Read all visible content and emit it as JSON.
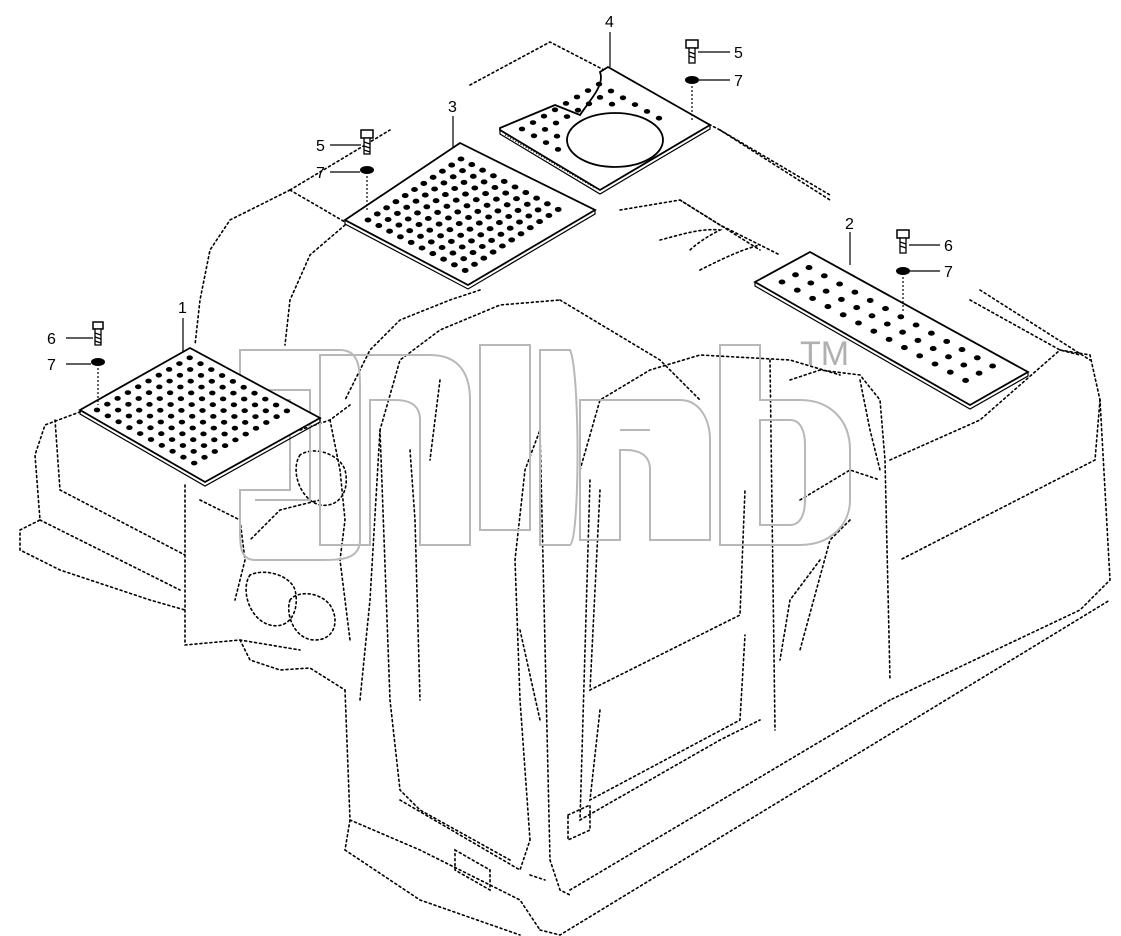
{
  "callouts": {
    "c1": "1",
    "c2": "2",
    "c3": "3",
    "c4": "4",
    "c5a": "5",
    "c5b": "5",
    "c6a": "6",
    "c6b": "6",
    "c7a": "7",
    "c7b": "7",
    "c7c": "7",
    "c7d": "7"
  },
  "watermark": {
    "trademark": "TM"
  },
  "colors": {
    "line": "#000000",
    "watermark": "#b8b8b8",
    "background": "#ffffff"
  }
}
